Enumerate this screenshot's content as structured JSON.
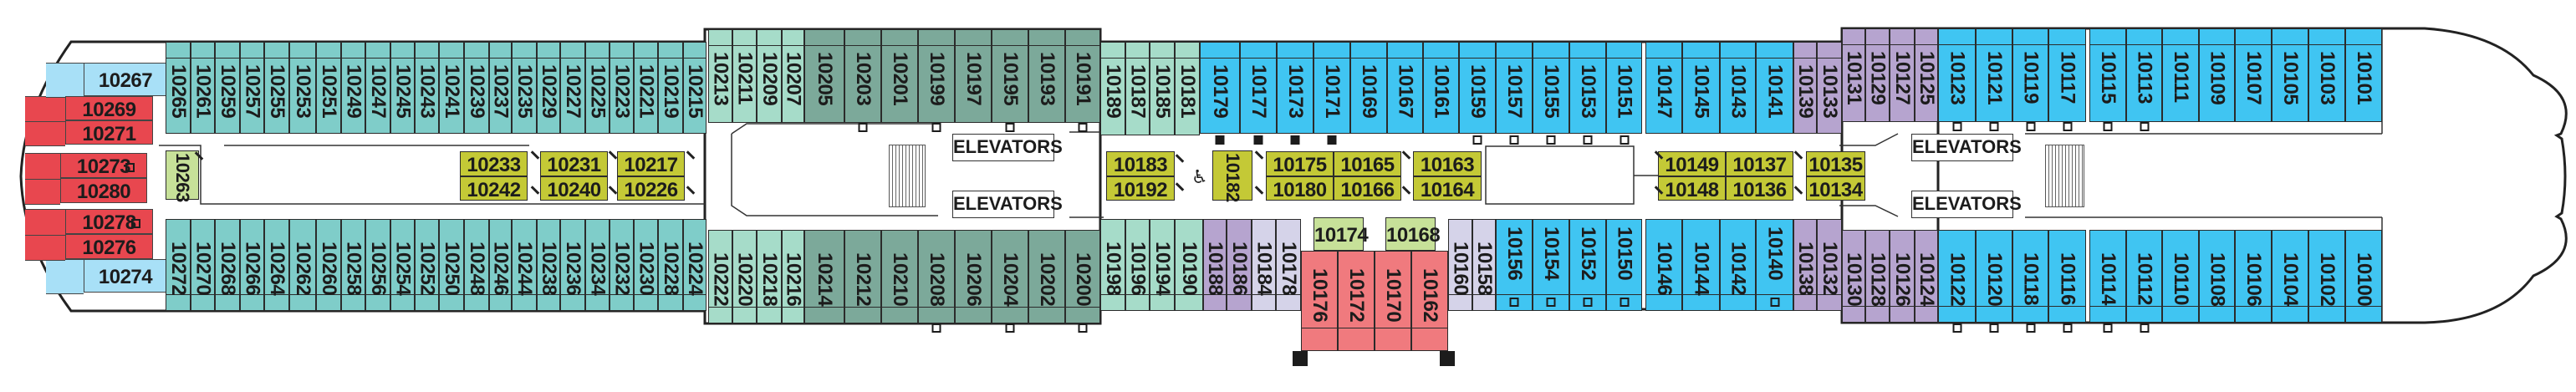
{
  "deck_plan": {
    "colors": {
      "teal": "#7fcdc9",
      "mint": "#a6dcc9",
      "dark_green": "#7ca99a",
      "blue": "#40c5f2",
      "light_blue": "#a8e0f7",
      "red": "#e8474f",
      "salmon": "#f07a7e",
      "purple": "#b6a4cf",
      "lavender": "#d5d3e9",
      "olive": "#c4c936",
      "light_green": "#c7e199"
    },
    "labels": {
      "elevators": "ELEVATORS"
    },
    "elevators": [
      {
        "label": "ELEVATORS"
      },
      {
        "label": "ELEVATORS"
      },
      {
        "label": "ELEVATORS"
      },
      {
        "label": "ELEVATORS"
      }
    ],
    "stern_cabins": [
      {
        "number": "10267",
        "color": "light_blue"
      },
      {
        "number": "10269",
        "color": "red"
      },
      {
        "number": "10271",
        "color": "red"
      },
      {
        "number": "10273",
        "color": "red",
        "marker": "open"
      },
      {
        "number": "10280",
        "color": "red"
      },
      {
        "number": "10278",
        "color": "red",
        "marker": "open"
      },
      {
        "number": "10276",
        "color": "red"
      },
      {
        "number": "10274",
        "color": "light_blue"
      }
    ],
    "top_row": [
      {
        "number": "10265",
        "color": "teal"
      },
      {
        "number": "10261",
        "color": "teal"
      },
      {
        "number": "10259",
        "color": "teal"
      },
      {
        "number": "10257",
        "color": "teal"
      },
      {
        "number": "10255",
        "color": "teal"
      },
      {
        "number": "10253",
        "color": "teal"
      },
      {
        "number": "10251",
        "color": "teal"
      },
      {
        "number": "10249",
        "color": "teal"
      },
      {
        "number": "10247",
        "color": "teal"
      },
      {
        "number": "10245",
        "color": "teal"
      },
      {
        "number": "10243",
        "color": "teal"
      },
      {
        "number": "10241",
        "color": "teal"
      },
      {
        "number": "10239",
        "color": "teal"
      },
      {
        "number": "10237",
        "color": "teal"
      },
      {
        "number": "10235",
        "color": "teal"
      },
      {
        "number": "10229",
        "color": "teal"
      },
      {
        "number": "10227",
        "color": "teal"
      },
      {
        "number": "10225",
        "color": "teal"
      },
      {
        "number": "10223",
        "color": "teal"
      },
      {
        "number": "10221",
        "color": "teal"
      },
      {
        "number": "10219",
        "color": "teal"
      },
      {
        "number": "10215",
        "color": "teal"
      },
      {
        "number": "10213",
        "color": "mint"
      },
      {
        "number": "10211",
        "color": "mint"
      },
      {
        "number": "10209",
        "color": "mint"
      },
      {
        "number": "10207",
        "color": "mint"
      },
      {
        "number": "10205",
        "color": "dark_green"
      },
      {
        "number": "10203",
        "color": "dark_green",
        "marker": "open"
      },
      {
        "number": "10201",
        "color": "dark_green"
      },
      {
        "number": "10199",
        "color": "dark_green",
        "marker": "open"
      },
      {
        "number": "10197",
        "color": "dark_green"
      },
      {
        "number": "10195",
        "color": "dark_green",
        "marker": "open"
      },
      {
        "number": "10193",
        "color": "dark_green"
      },
      {
        "number": "10191",
        "color": "dark_green",
        "marker": "open"
      },
      {
        "number": "10189",
        "color": "mint"
      },
      {
        "number": "10187",
        "color": "mint"
      },
      {
        "number": "10185",
        "color": "mint"
      },
      {
        "number": "10181",
        "color": "mint"
      },
      {
        "number": "10179",
        "color": "blue",
        "marker": "filled"
      },
      {
        "number": "10177",
        "color": "blue",
        "marker": "filled"
      },
      {
        "number": "10173",
        "color": "blue",
        "marker": "filled"
      },
      {
        "number": "10171",
        "color": "blue",
        "marker": "filled"
      },
      {
        "number": "10169",
        "color": "blue"
      },
      {
        "number": "10167",
        "color": "blue"
      },
      {
        "number": "10161",
        "color": "blue"
      },
      {
        "number": "10159",
        "color": "blue",
        "marker": "open"
      },
      {
        "number": "10157",
        "color": "blue",
        "marker": "open"
      },
      {
        "number": "10155",
        "color": "blue",
        "marker": "open"
      },
      {
        "number": "10153",
        "color": "blue",
        "marker": "open"
      },
      {
        "number": "10151",
        "color": "blue",
        "marker": "open"
      },
      {
        "number": "10147",
        "color": "blue"
      },
      {
        "number": "10145",
        "color": "blue"
      },
      {
        "number": "10143",
        "color": "blue"
      },
      {
        "number": "10141",
        "color": "blue"
      },
      {
        "number": "10139",
        "color": "purple"
      },
      {
        "number": "10133",
        "color": "purple"
      },
      {
        "number": "10131",
        "color": "purple"
      },
      {
        "number": "10129",
        "color": "purple"
      },
      {
        "number": "10127",
        "color": "purple"
      },
      {
        "number": "10125",
        "color": "purple"
      },
      {
        "number": "10123",
        "color": "blue",
        "marker": "open"
      },
      {
        "number": "10121",
        "color": "blue",
        "marker": "open"
      },
      {
        "number": "10119",
        "color": "blue",
        "marker": "open"
      },
      {
        "number": "10117",
        "color": "blue",
        "marker": "open"
      },
      {
        "number": "10115",
        "color": "blue",
        "marker": "open"
      },
      {
        "number": "10113",
        "color": "blue",
        "marker": "open"
      },
      {
        "number": "10111",
        "color": "blue"
      },
      {
        "number": "10109",
        "color": "blue"
      },
      {
        "number": "10107",
        "color": "blue"
      },
      {
        "number": "10105",
        "color": "blue"
      },
      {
        "number": "10103",
        "color": "blue"
      },
      {
        "number": "10101",
        "color": "blue"
      }
    ],
    "bottom_row": [
      {
        "number": "10272",
        "color": "teal"
      },
      {
        "number": "10270",
        "color": "teal"
      },
      {
        "number": "10268",
        "color": "teal"
      },
      {
        "number": "10266",
        "color": "teal"
      },
      {
        "number": "10264",
        "color": "teal"
      },
      {
        "number": "10262",
        "color": "teal"
      },
      {
        "number": "10260",
        "color": "teal"
      },
      {
        "number": "10258",
        "color": "teal"
      },
      {
        "number": "10256",
        "color": "teal"
      },
      {
        "number": "10254",
        "color": "teal"
      },
      {
        "number": "10252",
        "color": "teal"
      },
      {
        "number": "10250",
        "color": "teal"
      },
      {
        "number": "10248",
        "color": "teal"
      },
      {
        "number": "10246",
        "color": "teal"
      },
      {
        "number": "10244",
        "color": "teal"
      },
      {
        "number": "10238",
        "color": "teal"
      },
      {
        "number": "10236",
        "color": "teal"
      },
      {
        "number": "10234",
        "color": "teal"
      },
      {
        "number": "10232",
        "color": "teal"
      },
      {
        "number": "10230",
        "color": "teal"
      },
      {
        "number": "10228",
        "color": "teal"
      },
      {
        "number": "10224",
        "color": "teal"
      },
      {
        "number": "10222",
        "color": "mint"
      },
      {
        "number": "10220",
        "color": "mint"
      },
      {
        "number": "10218",
        "color": "mint"
      },
      {
        "number": "10216",
        "color": "mint"
      },
      {
        "number": "10214",
        "color": "dark_green"
      },
      {
        "number": "10212",
        "color": "dark_green"
      },
      {
        "number": "10210",
        "color": "dark_green"
      },
      {
        "number": "10208",
        "color": "dark_green",
        "marker": "open"
      },
      {
        "number": "10206",
        "color": "dark_green"
      },
      {
        "number": "10204",
        "color": "dark_green",
        "marker": "open"
      },
      {
        "number": "10202",
        "color": "dark_green"
      },
      {
        "number": "10200",
        "color": "dark_green",
        "marker": "open"
      },
      {
        "number": "10198",
        "color": "mint"
      },
      {
        "number": "10196",
        "color": "mint"
      },
      {
        "number": "10194",
        "color": "mint"
      },
      {
        "number": "10190",
        "color": "mint"
      },
      {
        "number": "10188",
        "color": "purple"
      },
      {
        "number": "10186",
        "color": "purple"
      },
      {
        "number": "10184",
        "color": "lavender"
      },
      {
        "number": "10178",
        "color": "lavender"
      },
      {
        "number": "10176",
        "color": "salmon"
      },
      {
        "number": "10172",
        "color": "salmon"
      },
      {
        "number": "10170",
        "color": "salmon"
      },
      {
        "number": "10162",
        "color": "salmon"
      },
      {
        "number": "10160",
        "color": "lavender"
      },
      {
        "number": "10158",
        "color": "lavender"
      },
      {
        "number": "10156",
        "color": "blue",
        "marker": "open"
      },
      {
        "number": "10154",
        "color": "blue",
        "marker": "open"
      },
      {
        "number": "10152",
        "color": "blue",
        "marker": "open"
      },
      {
        "number": "10150",
        "color": "blue",
        "marker": "open"
      },
      {
        "number": "10146",
        "color": "blue"
      },
      {
        "number": "10144",
        "color": "blue"
      },
      {
        "number": "10142",
        "color": "blue"
      },
      {
        "number": "10140",
        "color": "blue",
        "marker": "open"
      },
      {
        "number": "10138",
        "color": "purple"
      },
      {
        "number": "10132",
        "color": "purple"
      },
      {
        "number": "10130",
        "color": "purple"
      },
      {
        "number": "10128",
        "color": "purple"
      },
      {
        "number": "10126",
        "color": "purple"
      },
      {
        "number": "10124",
        "color": "purple"
      },
      {
        "number": "10122",
        "color": "blue",
        "marker": "open"
      },
      {
        "number": "10120",
        "color": "blue",
        "marker": "open"
      },
      {
        "number": "10118",
        "color": "blue",
        "marker": "open"
      },
      {
        "number": "10116",
        "color": "blue",
        "marker": "open"
      },
      {
        "number": "10114",
        "color": "blue",
        "marker": "open"
      },
      {
        "number": "10112",
        "color": "blue",
        "marker": "open"
      },
      {
        "number": "10110",
        "color": "blue"
      },
      {
        "number": "10108",
        "color": "blue"
      },
      {
        "number": "10106",
        "color": "blue"
      },
      {
        "number": "10104",
        "color": "blue"
      },
      {
        "number": "10102",
        "color": "blue"
      },
      {
        "number": "10100",
        "color": "blue"
      }
    ],
    "inside_cabins": [
      {
        "number": "10263",
        "color": "light_green",
        "orientation": "vertical"
      },
      {
        "number": "10233",
        "color": "olive"
      },
      {
        "number": "10242",
        "color": "olive"
      },
      {
        "number": "10231",
        "color": "olive"
      },
      {
        "number": "10240",
        "color": "olive"
      },
      {
        "number": "10217",
        "color": "olive"
      },
      {
        "number": "10226",
        "color": "olive"
      },
      {
        "number": "10183",
        "color": "olive"
      },
      {
        "number": "10192",
        "color": "olive"
      },
      {
        "number": "10182",
        "color": "olive",
        "orientation": "vertical",
        "accessible": true
      },
      {
        "number": "10175",
        "color": "olive"
      },
      {
        "number": "10180",
        "color": "olive"
      },
      {
        "number": "10165",
        "color": "olive"
      },
      {
        "number": "10166",
        "color": "olive"
      },
      {
        "number": "10163",
        "color": "olive"
      },
      {
        "number": "10164",
        "color": "olive"
      },
      {
        "number": "10174",
        "color": "light_green"
      },
      {
        "number": "10168",
        "color": "light_green"
      },
      {
        "number": "10149",
        "color": "olive"
      },
      {
        "number": "10148",
        "color": "olive"
      },
      {
        "number": "10137",
        "color": "olive"
      },
      {
        "number": "10136",
        "color": "olive"
      },
      {
        "number": "10135",
        "color": "olive"
      },
      {
        "number": "10134",
        "color": "olive"
      }
    ]
  }
}
